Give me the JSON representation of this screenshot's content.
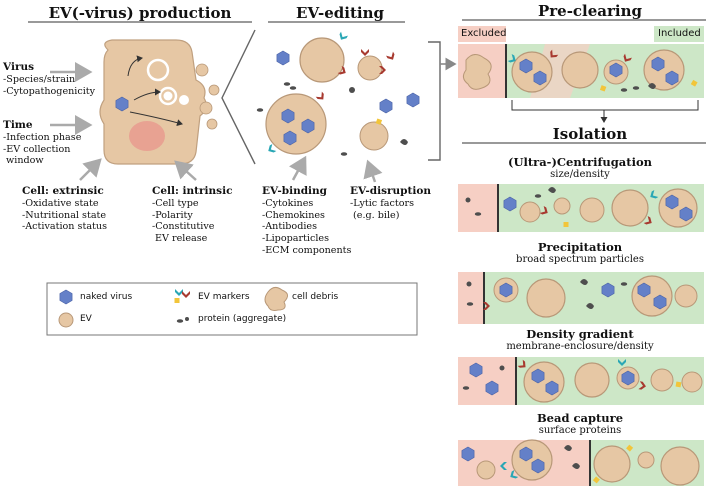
{
  "production": {
    "title": "EV(-virus) production",
    "virus": {
      "title": "Virus",
      "items": [
        "-Species/strain",
        "-Cytopathogenicity"
      ]
    },
    "time": {
      "title": "Time",
      "items": [
        "-Infection phase",
        "-EV collection",
        " window"
      ]
    },
    "extrinsic": {
      "title": "Cell: extrinsic",
      "items": [
        "-Oxidative state",
        "-Nutritional state",
        "-Activation status"
      ]
    },
    "intrinsic": {
      "title": "Cell: intrinsic",
      "items": [
        "-Cell type",
        "-Polarity",
        "-Constitutive",
        " EV release"
      ]
    }
  },
  "editing": {
    "title": "EV-editing",
    "binding": {
      "title": "EV-binding",
      "items": [
        "-Cytokines",
        "-Chemokines",
        "-Antibodies",
        "-Lipoparticles",
        "-ECM components"
      ]
    },
    "disruption": {
      "title": "EV-disruption",
      "items": [
        "-Lytic factors",
        " (e.g. bile)"
      ]
    }
  },
  "preclearing": {
    "title": "Pre-clearing",
    "excluded": "Excluded",
    "included": "Included"
  },
  "isolation": {
    "title": "Isolation",
    "methods": [
      {
        "name": "(Ultra-)Centrifugation",
        "desc": "size/density"
      },
      {
        "name": "Precipitation",
        "desc": "broad spectrum particles"
      },
      {
        "name": "Density gradient",
        "desc": "membrane-enclosure/density"
      },
      {
        "name": "Bead capture",
        "desc": "surface proteins"
      }
    ]
  },
  "legend": {
    "naked_virus": "naked virus",
    "ev_markers": "EV markers",
    "cell_debris": "cell debris",
    "ev": "EV",
    "protein": "protein (aggregate)"
  },
  "colors": {
    "ev_fill": "#e6c7a4",
    "ev_stroke": "#b89878",
    "virus": "#6480c8",
    "marker_teal": "#2aa7b5",
    "marker_red": "#a83a30",
    "marker_yellow": "#f2c53a",
    "protein": "#555555",
    "excluded_bg": "#f6cfc4",
    "included_bg": "#cde7c7"
  }
}
